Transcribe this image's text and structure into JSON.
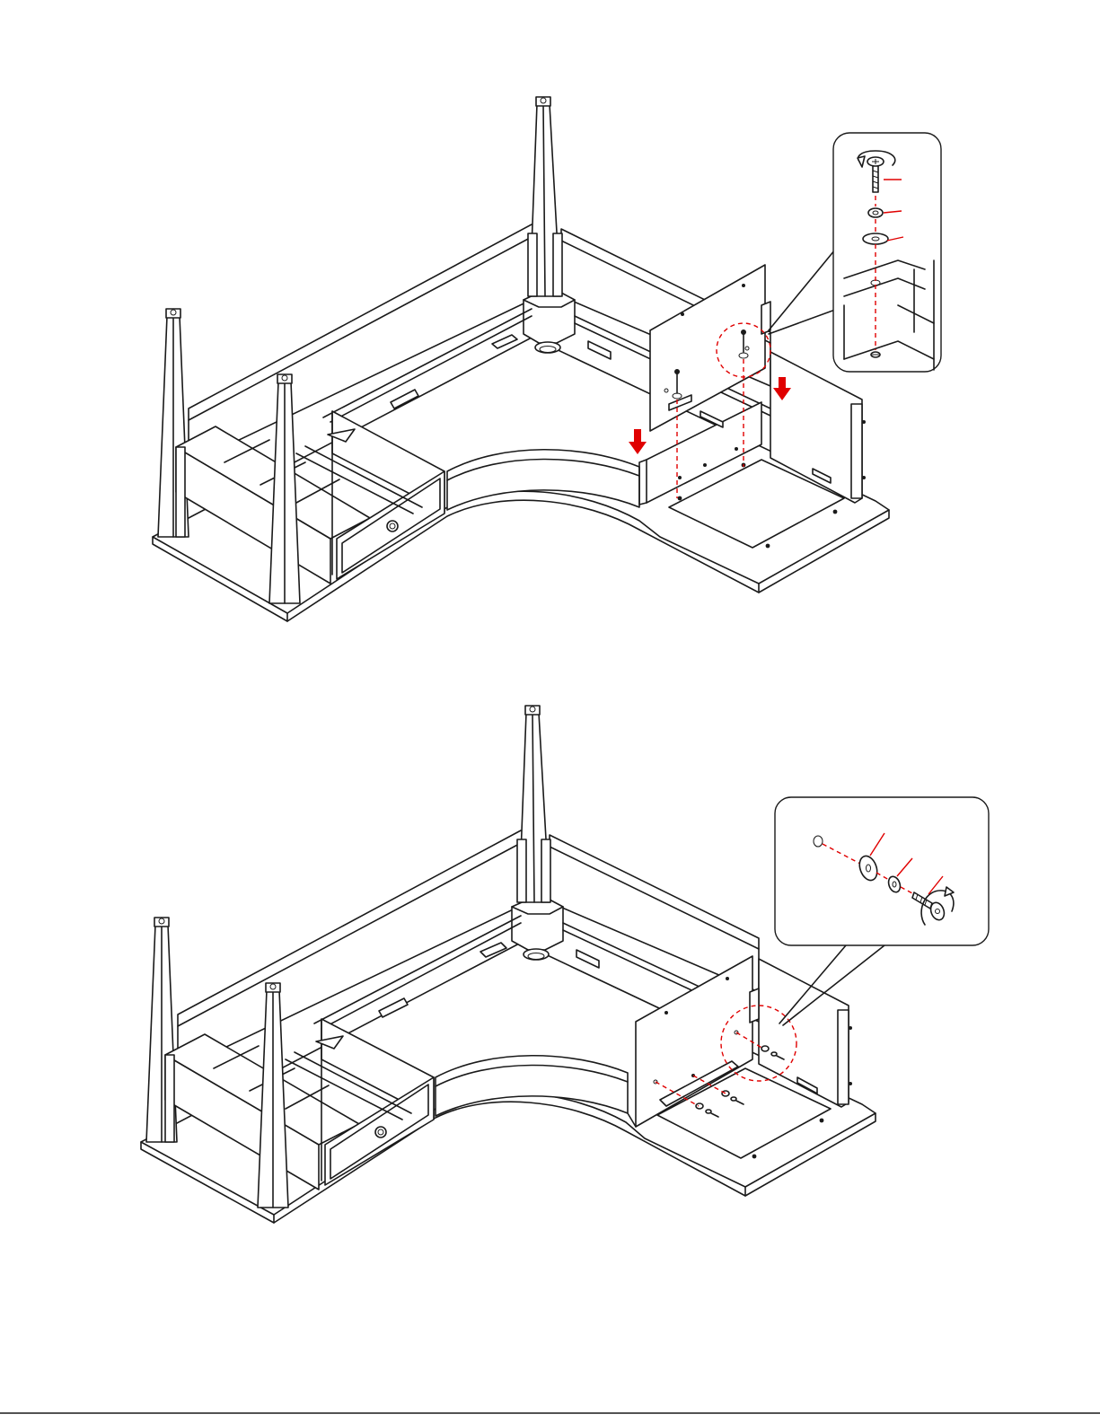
{
  "colors": {
    "line": "#1a1a1a",
    "accent_red": "#e00000",
    "paper": "#ffffff"
  },
  "icons": [
    "rotate-arrow-icon",
    "push-down-arrow-icon",
    "bolt-icon",
    "lock-washer-icon",
    "flat-washer-icon"
  ],
  "steps": [
    {
      "id": "step-a",
      "detail": [
        "bolt",
        "lock-washer",
        "flat-washer"
      ]
    },
    {
      "id": "step-b",
      "detail": [
        "flat-washer",
        "lock-washer",
        "bolt"
      ]
    }
  ]
}
